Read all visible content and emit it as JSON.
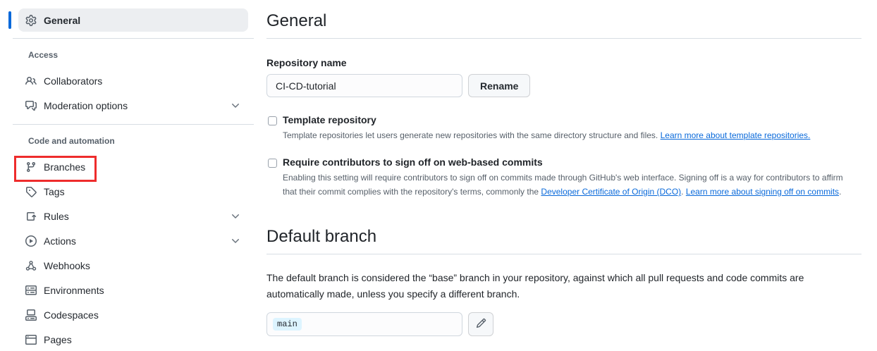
{
  "colors": {
    "accent": "#0969da",
    "link": "#0969da",
    "annotation_red": "#ee2c2c",
    "selected_bg": "#eceef1",
    "token_bg": "#ddf4ff"
  },
  "sidebar": {
    "general": {
      "label": "General",
      "icon": "gear-icon"
    },
    "sections": [
      {
        "title": "Access",
        "items": [
          {
            "label": "Collaborators",
            "icon": "people-icon"
          },
          {
            "label": "Moderation options",
            "icon": "comment-discussion-icon",
            "expandable": true
          }
        ]
      },
      {
        "title": "Code and automation",
        "items": [
          {
            "label": "Branches",
            "icon": "git-branch-icon",
            "highlighted_with_red_box": true
          },
          {
            "label": "Tags",
            "icon": "tag-icon"
          },
          {
            "label": "Rules",
            "icon": "rules-icon",
            "expandable": true
          },
          {
            "label": "Actions",
            "icon": "play-icon",
            "expandable": true
          },
          {
            "label": "Webhooks",
            "icon": "webhook-icon"
          },
          {
            "label": "Environments",
            "icon": "server-icon"
          },
          {
            "label": "Codespaces",
            "icon": "codespaces-icon"
          },
          {
            "label": "Pages",
            "icon": "browser-icon"
          }
        ]
      }
    ]
  },
  "main": {
    "title": "General",
    "repo_name": {
      "label": "Repository name",
      "value": "CI-CD-tutorial",
      "rename_button": "Rename"
    },
    "template_repo": {
      "label": "Template repository",
      "description": "Template repositories let users generate new repositories with the same directory structure and files.",
      "link": "Learn more about template repositories."
    },
    "signoff": {
      "label": "Require contributors to sign off on web-based commits",
      "description_1": "Enabling this setting will require contributors to sign off on commits made through GitHub's web interface. Signing off is a way for contributors to affirm that their commit complies with the repository's terms, commonly the ",
      "link_dco": "Developer Certificate of Origin (DCO)",
      "separator": ". ",
      "link_learn": "Learn more about signing off on commits",
      "period": "."
    },
    "default_branch": {
      "title": "Default branch",
      "description": "The default branch is considered the “base” branch in your repository, against which all pull requests and code commits are automatically made, unless you specify a different branch.",
      "branch_value": "main"
    }
  }
}
